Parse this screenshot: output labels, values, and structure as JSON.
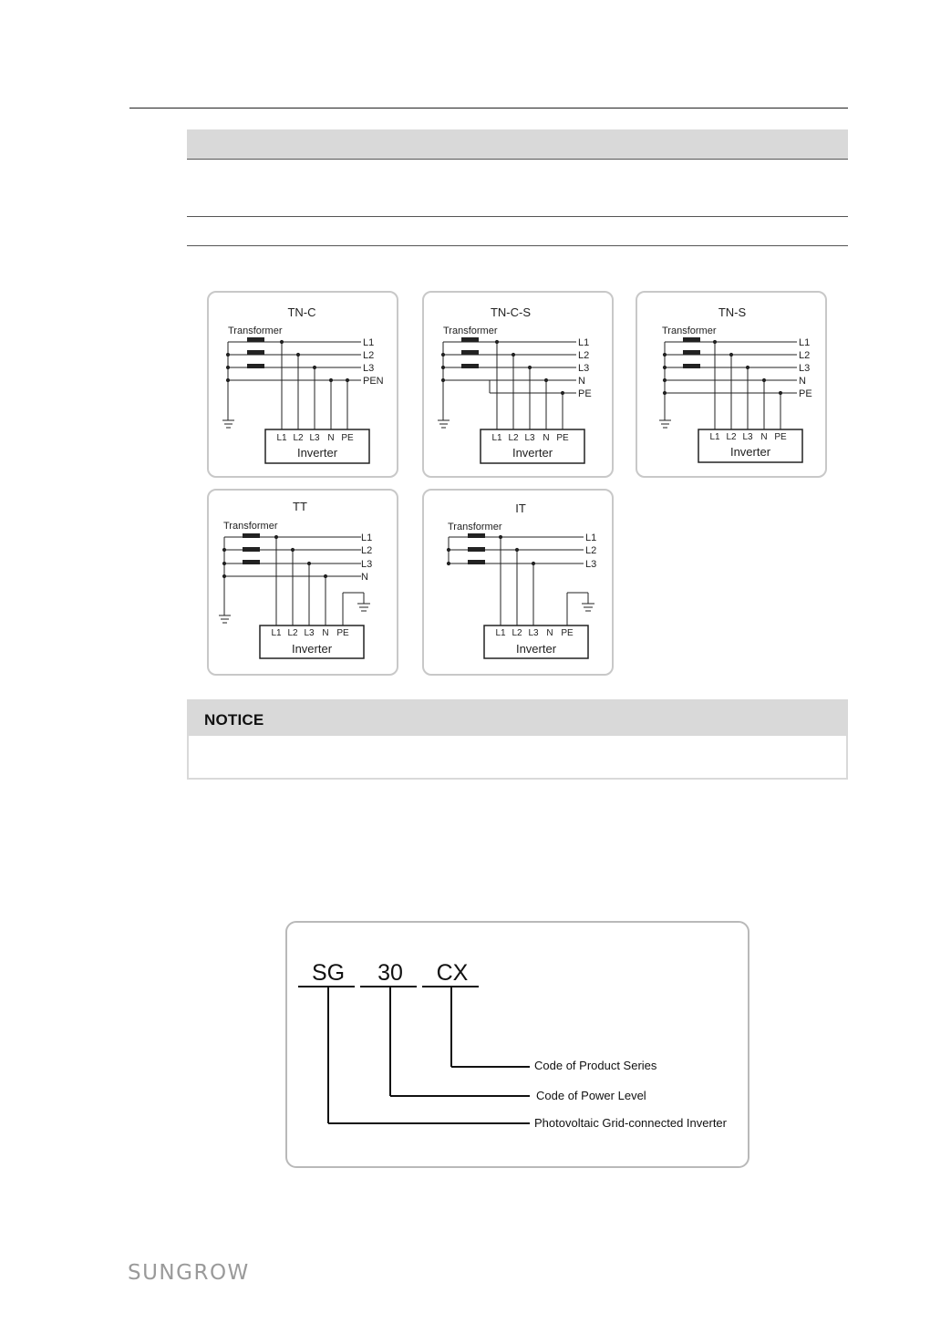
{
  "diagrams": {
    "tnc": {
      "title": "TN-C",
      "transformer": "Transformer",
      "lines": [
        "L1",
        "L2",
        "L3",
        "PEN"
      ],
      "terminals": [
        "L1",
        "L2",
        "L3",
        "N",
        "PE"
      ],
      "device": "Inverter"
    },
    "tncs": {
      "title": "TN-C-S",
      "transformer": "Transformer",
      "lines": [
        "L1",
        "L2",
        "L3",
        "N",
        "PE"
      ],
      "terminals": [
        "L1",
        "L2",
        "L3",
        "N",
        "PE"
      ],
      "device": "Inverter"
    },
    "tns": {
      "title": "TN-S",
      "transformer": "Transformer",
      "lines": [
        "L1",
        "L2",
        "L3",
        "N",
        "PE"
      ],
      "terminals": [
        "L1",
        "L2",
        "L3",
        "N",
        "PE"
      ],
      "device": "Inverter"
    },
    "tt": {
      "title": "TT",
      "transformer": "Transformer",
      "lines": [
        "L1",
        "L2",
        "L3",
        "N"
      ],
      "terminals": [
        "L1",
        "L2",
        "L3",
        "N",
        "PE"
      ],
      "device": "Inverter"
    },
    "it": {
      "title": "IT",
      "transformer": "Transformer",
      "lines": [
        "L1",
        "L2",
        "L3"
      ],
      "terminals": [
        "L1",
        "L2",
        "L3",
        "N",
        "PE"
      ],
      "device": "Inverter"
    }
  },
  "notice": {
    "title": "NOTICE"
  },
  "model": {
    "parts": [
      "SG",
      "30",
      "CX"
    ],
    "descriptions": [
      "Code of Product Series",
      "Code of Power Level",
      "Photovoltaic Grid-connected Inverter"
    ]
  },
  "footer": {
    "logo": "SUNGROW"
  }
}
